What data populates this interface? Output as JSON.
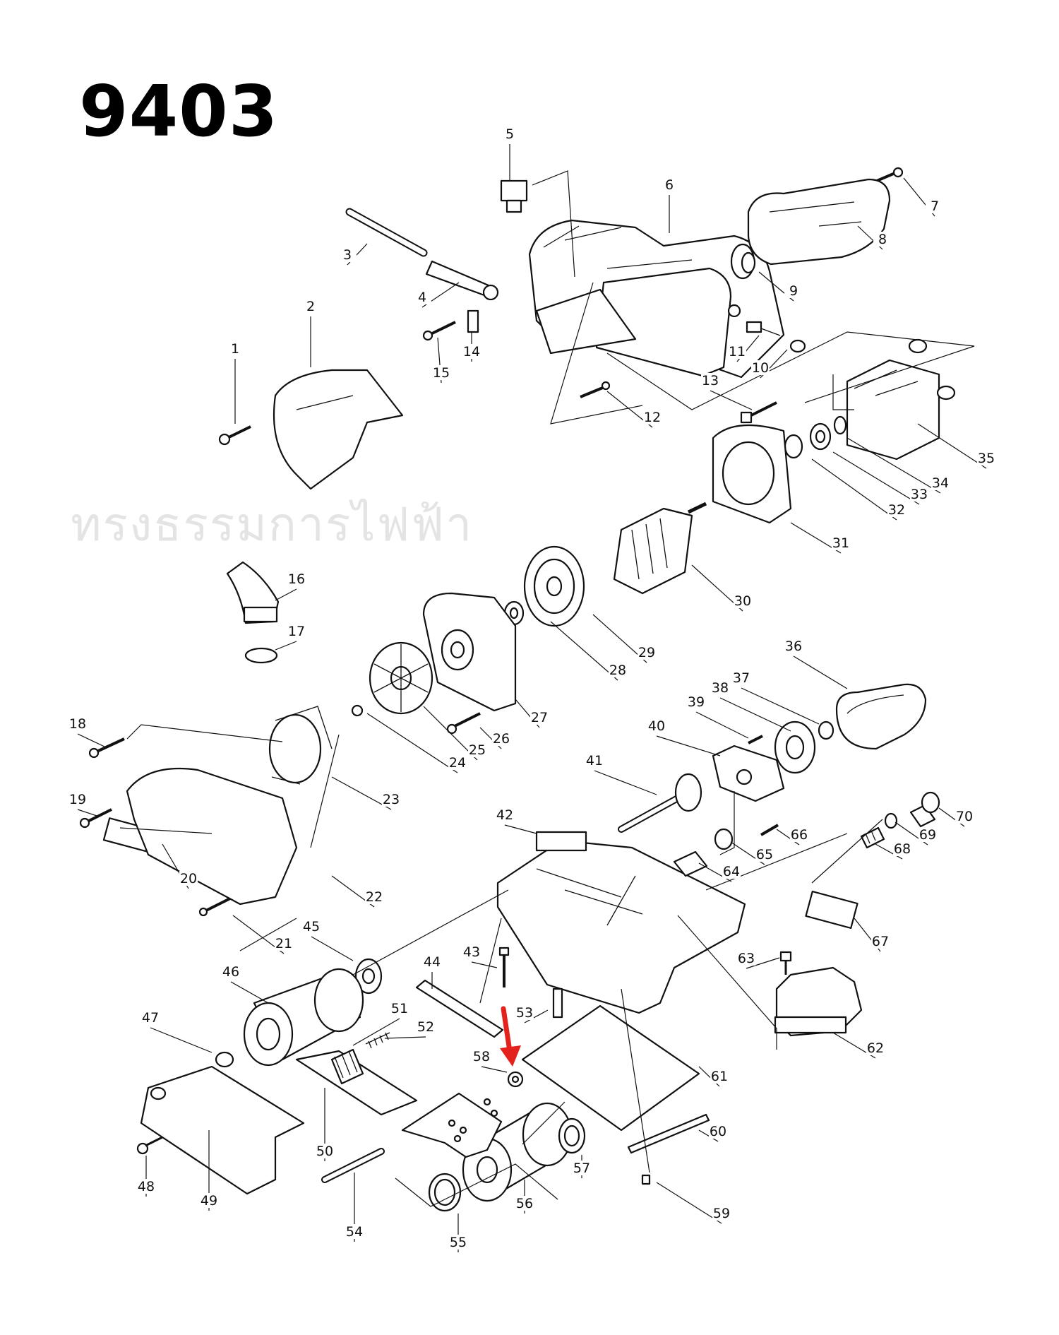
{
  "diagram": {
    "model": "9403",
    "watermark": "ทรงธรรมการไฟฟ้า",
    "highlight_color": "#e3211d",
    "highlighted_part": "58",
    "parts": [
      "1",
      "2",
      "3",
      "4",
      "5",
      "6",
      "7",
      "8",
      "9",
      "10",
      "11",
      "12",
      "13",
      "14",
      "15",
      "16",
      "17",
      "18",
      "19",
      "20",
      "21",
      "22",
      "23",
      "24",
      "25",
      "26",
      "27",
      "28",
      "29",
      "30",
      "31",
      "32",
      "33",
      "34",
      "35",
      "36",
      "37",
      "38",
      "39",
      "40",
      "41",
      "42",
      "43",
      "44",
      "45",
      "46",
      "47",
      "48",
      "49",
      "50",
      "51",
      "52",
      "53",
      "54",
      "55",
      "56",
      "57",
      "58",
      "59",
      "60",
      "61",
      "62",
      "63",
      "64",
      "65",
      "66",
      "67",
      "68",
      "69",
      "70"
    ]
  }
}
